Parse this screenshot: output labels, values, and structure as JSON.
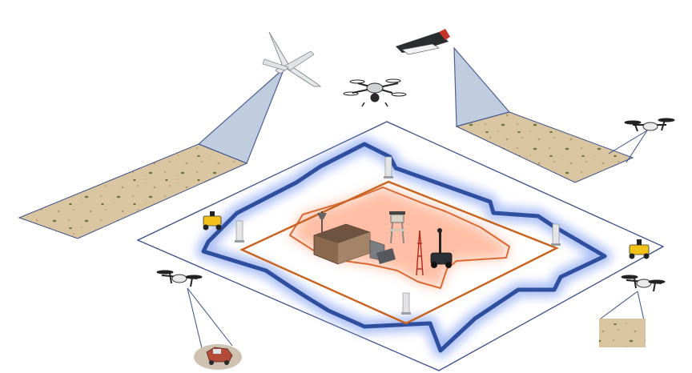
{
  "scene": {
    "elements": [
      {
        "name": "fixed-wing-uav-icon",
        "kind": "aircraft",
        "role": "aerial-surveillance"
      },
      {
        "name": "flying-wing-uav-icon",
        "kind": "aircraft",
        "role": "aerial-surveillance"
      },
      {
        "name": "hexacopter-drone-icon",
        "kind": "aircraft",
        "role": "aerial-surveillance"
      },
      {
        "name": "quadcopter-drone-icon",
        "kind": "aircraft",
        "count": 3
      },
      {
        "name": "ground-robot-icon",
        "kind": "ground-vehicle",
        "count": 3
      },
      {
        "name": "sensor-tower-icon",
        "kind": "perimeter-sensor",
        "count": 4
      },
      {
        "name": "command-building-icon",
        "kind": "structure"
      },
      {
        "name": "watchtower-icon",
        "kind": "structure"
      },
      {
        "name": "antenna-mast-icon",
        "kind": "structure"
      },
      {
        "name": "pickup-truck-icon",
        "kind": "detected-vehicle"
      }
    ],
    "zones": [
      {
        "name": "outer-boundary",
        "style": "thin-line"
      },
      {
        "name": "outer-patrol-perimeter",
        "style": "blue-glow"
      },
      {
        "name": "inner-security-perimeter",
        "style": "orange-line"
      },
      {
        "name": "core-protected-zone",
        "style": "orange-glow"
      }
    ],
    "colors": {
      "background": "#ffffff",
      "boundary_line": "#3a4e8a",
      "outer_perimeter": "#2d4f9e",
      "outer_glow": "#8fa8f0",
      "inner_perimeter": "#c9621c",
      "core_glow": "#ff8a5c",
      "sensor_footprint_fill": "#b9c8dc",
      "desert_ground": "#d9c6a0",
      "vegetation": "#6b7a3e"
    }
  }
}
